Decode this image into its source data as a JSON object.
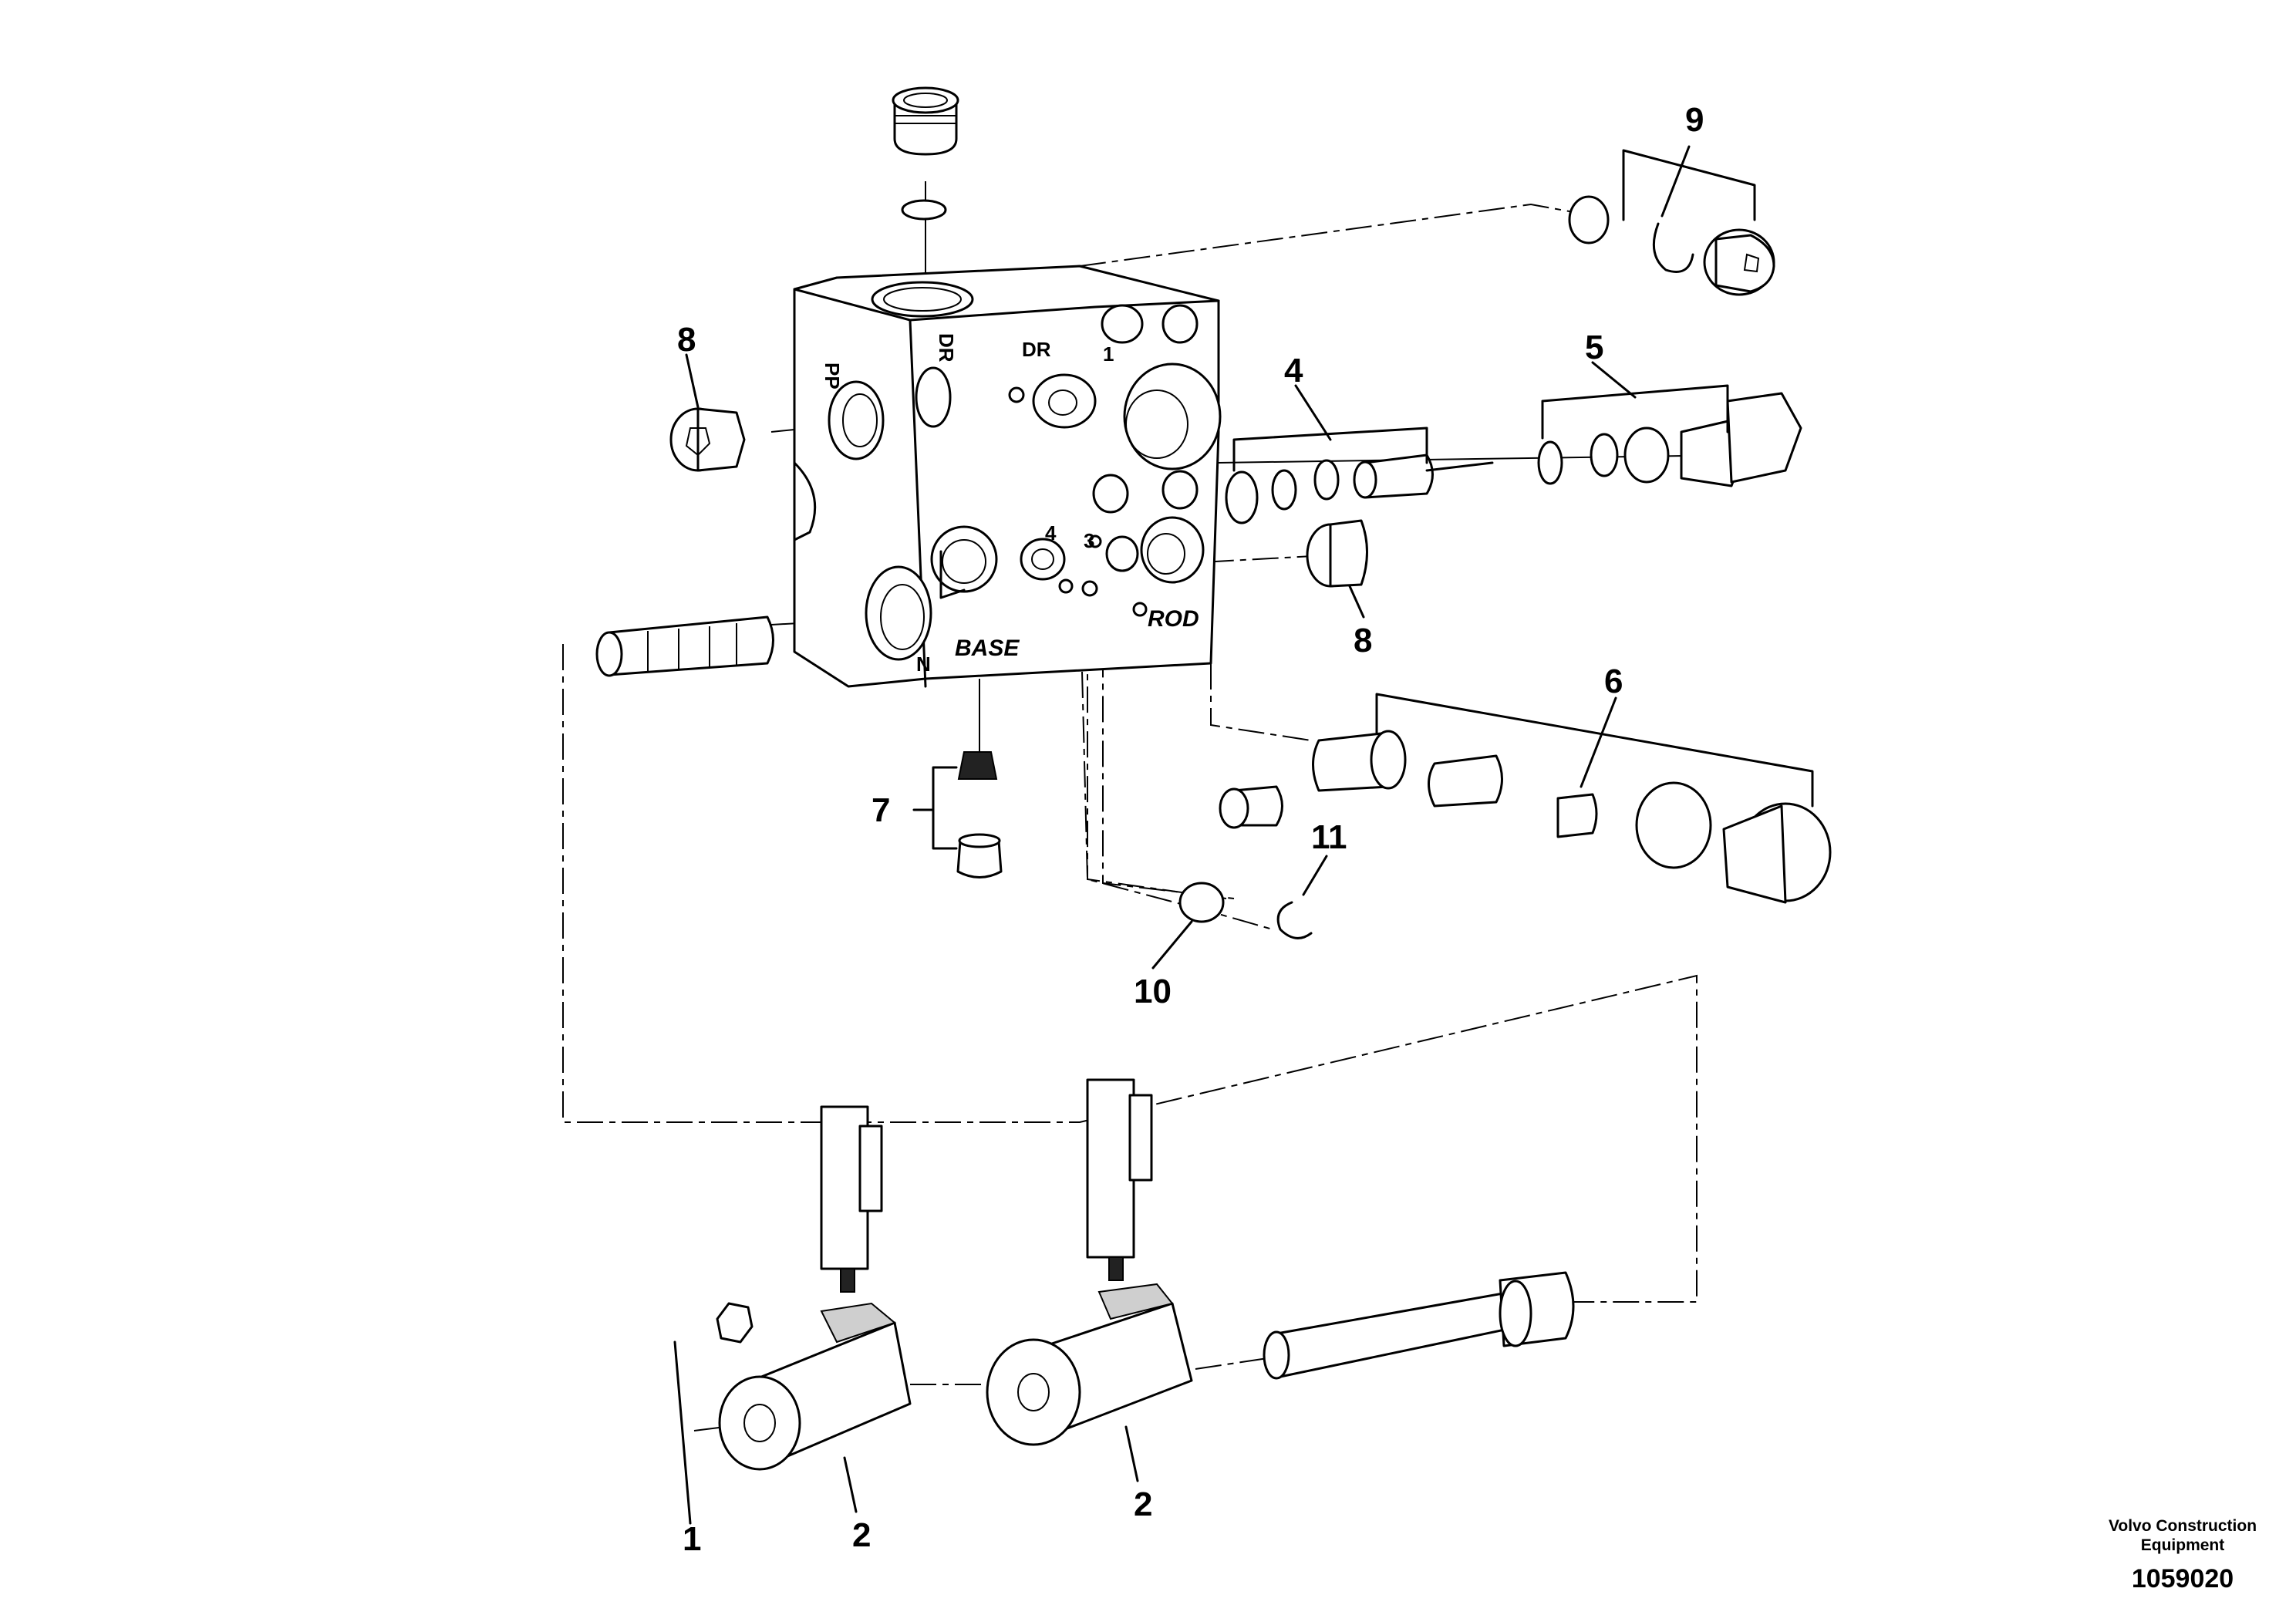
{
  "callouts": [
    "9",
    "8",
    "4",
    "5",
    "8",
    "6",
    "7",
    "11",
    "10",
    "1",
    "2",
    "2"
  ],
  "port_labels": {
    "pp": "PP",
    "dr_top": "DR",
    "dr": "DR",
    "one": "1",
    "four": "4",
    "three": "3",
    "base": "BASE",
    "rod": "ROD",
    "n": "N"
  },
  "footer": {
    "brand_line1": "Volvo Construction",
    "brand_line2": "Equipment",
    "drawing_number": "1059020"
  }
}
